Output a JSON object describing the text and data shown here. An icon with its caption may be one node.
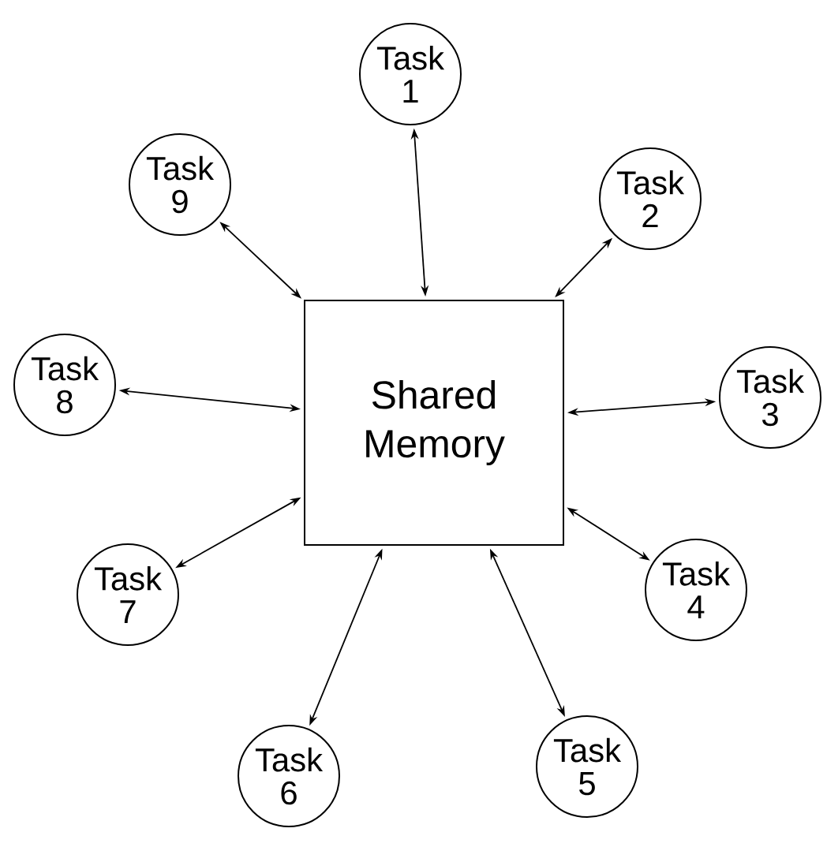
{
  "diagram": {
    "nodes": [
      {
        "text": [
          "Shared Memory"
        ]
      },
      {
        "text": [
          "Task 1"
        ]
      },
      {
        "text": [
          "Task 2"
        ]
      },
      {
        "text": [
          "Task 3"
        ]
      },
      {
        "text": [
          "Task 4"
        ]
      },
      {
        "text": [
          "Task 5"
        ]
      },
      {
        "text": [
          "Task 6"
        ]
      },
      {
        "text": [
          "Task 7"
        ]
      },
      {
        "text": [
          "Task 8"
        ]
      },
      {
        "text": [
          "Task 9"
        ]
      }
    ],
    "edges": [
      {
        "from": 0,
        "to": 1,
        "arrow": "both"
      },
      {
        "from": 0,
        "to": 2,
        "arrow": "both"
      },
      {
        "from": 0,
        "to": 3,
        "arrow": "both"
      },
      {
        "from": 0,
        "to": 4,
        "arrow": "both"
      },
      {
        "from": 0,
        "to": 5,
        "arrow": "both"
      },
      {
        "from": 0,
        "to": 6,
        "arrow": "both"
      },
      {
        "from": 0,
        "to": 7,
        "arrow": "both"
      },
      {
        "from": 0,
        "to": 8,
        "arrow": "both"
      },
      {
        "from": 0,
        "to": 9,
        "arrow": "both"
      }
    ]
  }
}
